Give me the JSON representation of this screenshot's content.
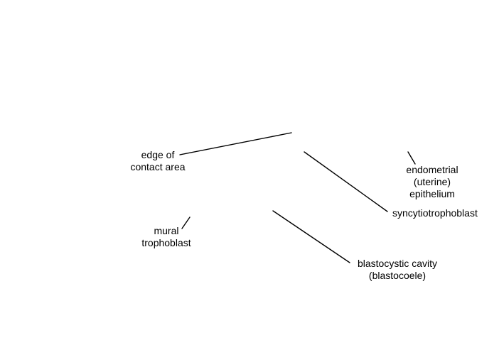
{
  "diagram": {
    "labels": {
      "edge_contact": {
        "line1": "edge of",
        "line2": "contact area"
      },
      "endometrial": {
        "line1": "endometrial",
        "line2": "(uterine)",
        "line3": "epithelium"
      },
      "syncytio": {
        "line1": "syncytiotrophoblast"
      },
      "mural": {
        "line1": "mural",
        "line2": "trophoblast"
      },
      "blastocystic": {
        "line1": "blastocystic cavity",
        "line2": "(blastocoele)"
      }
    }
  }
}
